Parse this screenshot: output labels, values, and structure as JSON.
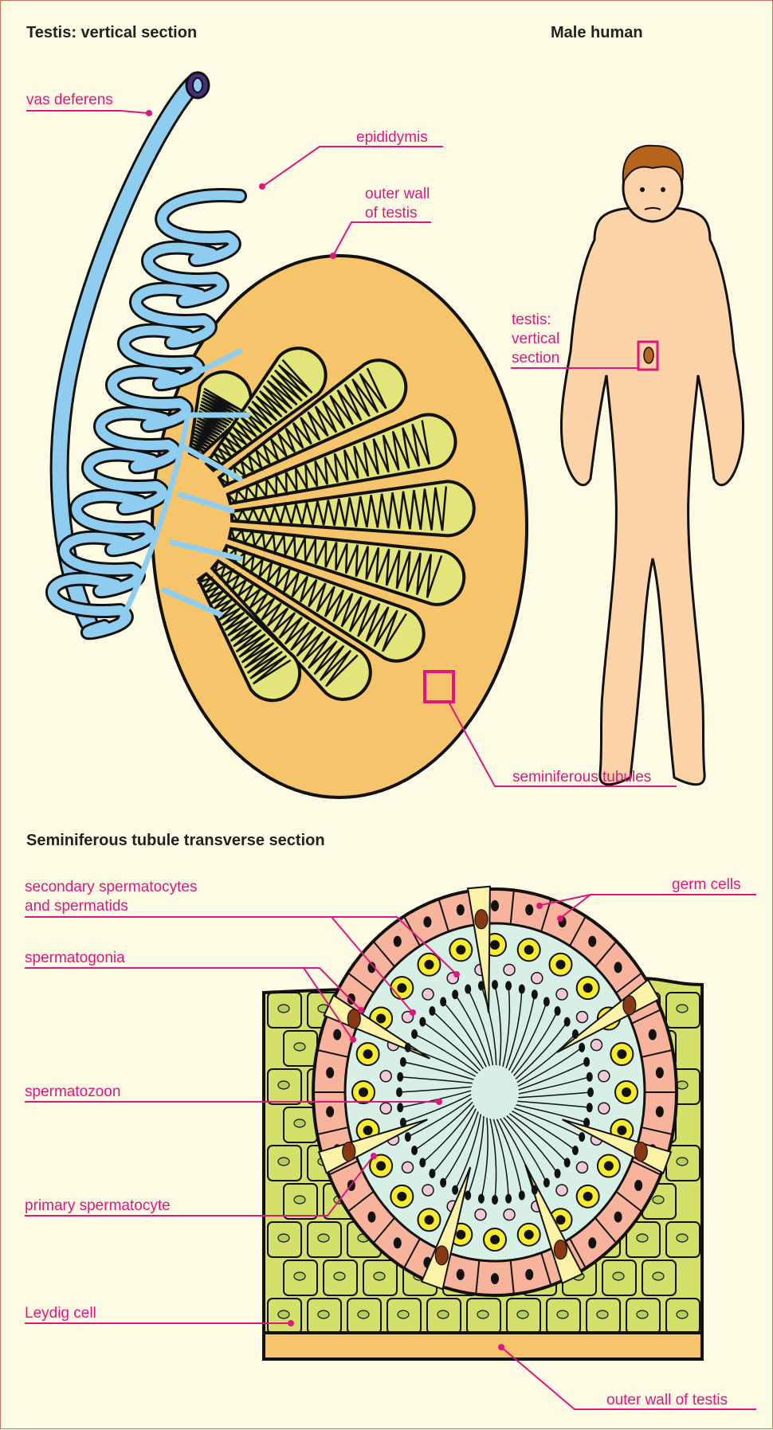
{
  "diagram": {
    "titles": {
      "testis_section": "Testis: vertical section",
      "male_human": "Male human",
      "tubule_section": "Seminiferous tubule transverse section"
    },
    "labels": {
      "vas_deferens": "vas deferens",
      "epididymis": "epididymis",
      "outer_wall_top_1": "outer wall",
      "outer_wall_top_2": "of testis",
      "testis_vs_1": "testis:",
      "testis_vs_2": "vertical",
      "testis_vs_3": "section",
      "seminiferous_tubules": "seminiferous tubules",
      "secondary_1": "secondary spermatocytes",
      "secondary_2": "and spermatids",
      "germ_cells": "germ cells",
      "spermatogonia": "spermatogonia",
      "spermatozoon": "spermatozoon",
      "primary_spermatocyte": "primary spermatocyte",
      "leydig_cell": "Leydig cell",
      "outer_wall_bottom": "outer wall of testis"
    },
    "colors": {
      "label": "#e0157f",
      "background": "#fdfbe3",
      "testis_outer": "#f6c46a",
      "tubule_fill": "#e3e57a",
      "duct_blue": "#8fcdf0",
      "skin": "#fcd3a8",
      "hair": "#b5651d",
      "germ_cells": "#f7b39b",
      "spermatocyte": "#f8ec2c",
      "leydig_tissue": "#d5e06a",
      "lumen": "#d8efe6",
      "sertoli": "#fdf3a6"
    }
  }
}
